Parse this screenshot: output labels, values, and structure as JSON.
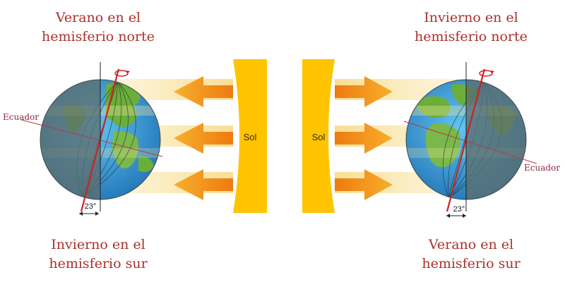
{
  "captions": {
    "top_left": [
      "Verano en el",
      "hemisferio norte"
    ],
    "top_right": [
      "Invierno en el",
      "hemisferio norte"
    ],
    "bottom_left": [
      "Invierno en el",
      "hemisferio sur"
    ],
    "bottom_right": [
      "Verano en el",
      "hemisferio sur"
    ]
  },
  "sun": {
    "left_label": "Sol",
    "right_label": "Sol"
  },
  "earth": {
    "left": {
      "equator_label": "Ecuador",
      "tilt_label": "23°"
    },
    "right": {
      "equator_label": "Ecuador",
      "tilt_label": "23°"
    }
  },
  "colors": {
    "caption_text": "#a8322c",
    "sun": "#ffc400",
    "arrow": "#f39a1e",
    "axis": "#cc2222",
    "ocean": "#3a9fd8",
    "land": "#6cae3a",
    "night_side": "#5c6f6f"
  },
  "icons": {
    "rotation": "rotation-arrow-icon",
    "angle": "double-arrow-icon"
  }
}
